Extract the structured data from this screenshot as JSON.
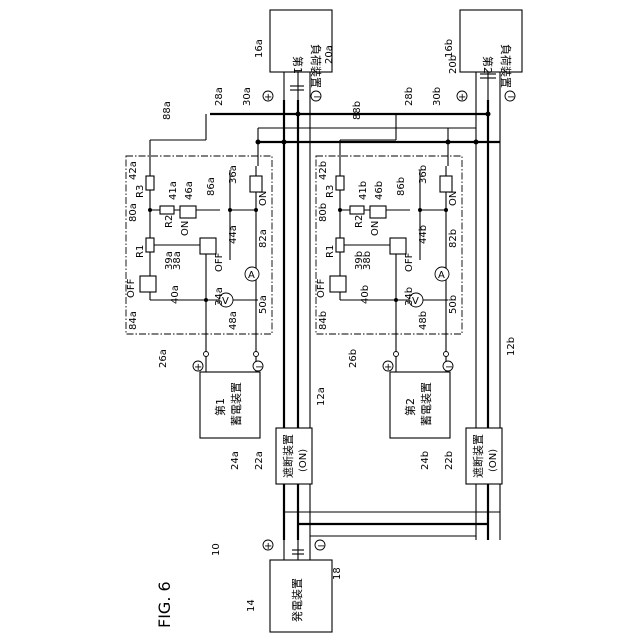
{
  "figure": {
    "title": "FIG. 6",
    "system_ref": "10"
  },
  "blocks": {
    "generator": {
      "text": "発電装置",
      "ref": "14"
    },
    "load1": {
      "line1": "第1",
      "line2": "負荷装置",
      "ref": "16a"
    },
    "load2": {
      "line1": "第2",
      "line2": "負荷装置",
      "ref": "16b"
    },
    "storage1": {
      "line1": "第1",
      "line2": "蓄電装置",
      "ref": "24a"
    },
    "storage2": {
      "line1": "第2",
      "line2": "蓄電装置",
      "ref": "24b"
    },
    "breaker_a": {
      "line1": "遮断装置",
      "line2": "(ON)",
      "ref": "22a"
    },
    "breaker_b": {
      "line1": "遮断装置",
      "line2": "(ON)",
      "ref": "22b"
    }
  },
  "unit_a": {
    "refs": [
      "80a",
      "42a",
      "41a",
      "46a",
      "86a",
      "36a",
      "82a",
      "44a",
      "34a",
      "39a",
      "38a",
      "40a",
      "48a",
      "50a",
      "84a",
      "88a",
      "28a",
      "30a",
      "26a",
      "12a",
      "20a"
    ],
    "switch_labels": {
      "on_left": "ON",
      "on_right": "ON",
      "off_mid": "OFF",
      "off_left": "OFF"
    },
    "resistors": [
      "R1",
      "R2",
      "R3"
    ],
    "meters": {
      "voltmeter": "V",
      "ammeter": "A"
    }
  },
  "unit_b": {
    "refs": [
      "80b",
      "42b",
      "41b",
      "46b",
      "86b",
      "36b",
      "82b",
      "44b",
      "34b",
      "39b",
      "38b",
      "40b",
      "48b",
      "50b",
      "84b",
      "88b",
      "28b",
      "30b",
      "26b",
      "12b",
      "20b"
    ],
    "switch_labels": {
      "on_left": "ON",
      "on_right": "ON",
      "off_mid": "OFF",
      "off_left": "OFF"
    },
    "resistors": [
      "R1",
      "R2",
      "R3"
    ],
    "meters": {
      "voltmeter": "V",
      "ammeter": "A"
    }
  },
  "misc_refs": [
    "18"
  ],
  "symbols": {
    "plus": "+",
    "minus": "−"
  }
}
